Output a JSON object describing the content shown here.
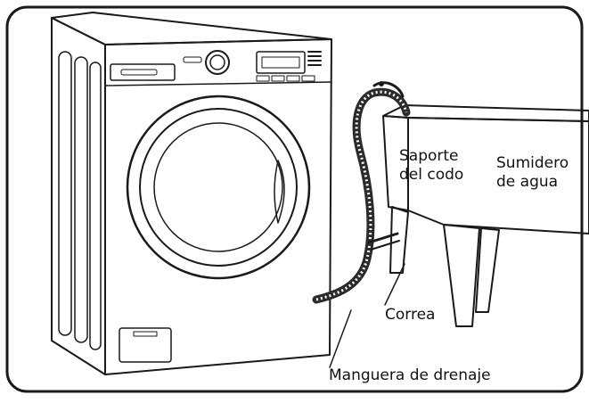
{
  "labels": {
    "elbow_support": [
      "Saporte",
      "del codo"
    ],
    "drain_sink": [
      "Sumidero",
      "de agua"
    ],
    "strap": "Correa",
    "drain_hose": "Manguera de drenaje"
  },
  "colors": {
    "outline": "#1a1a1a",
    "machine_fill": "#f3f3f3",
    "hose": "#2b2b2b"
  }
}
